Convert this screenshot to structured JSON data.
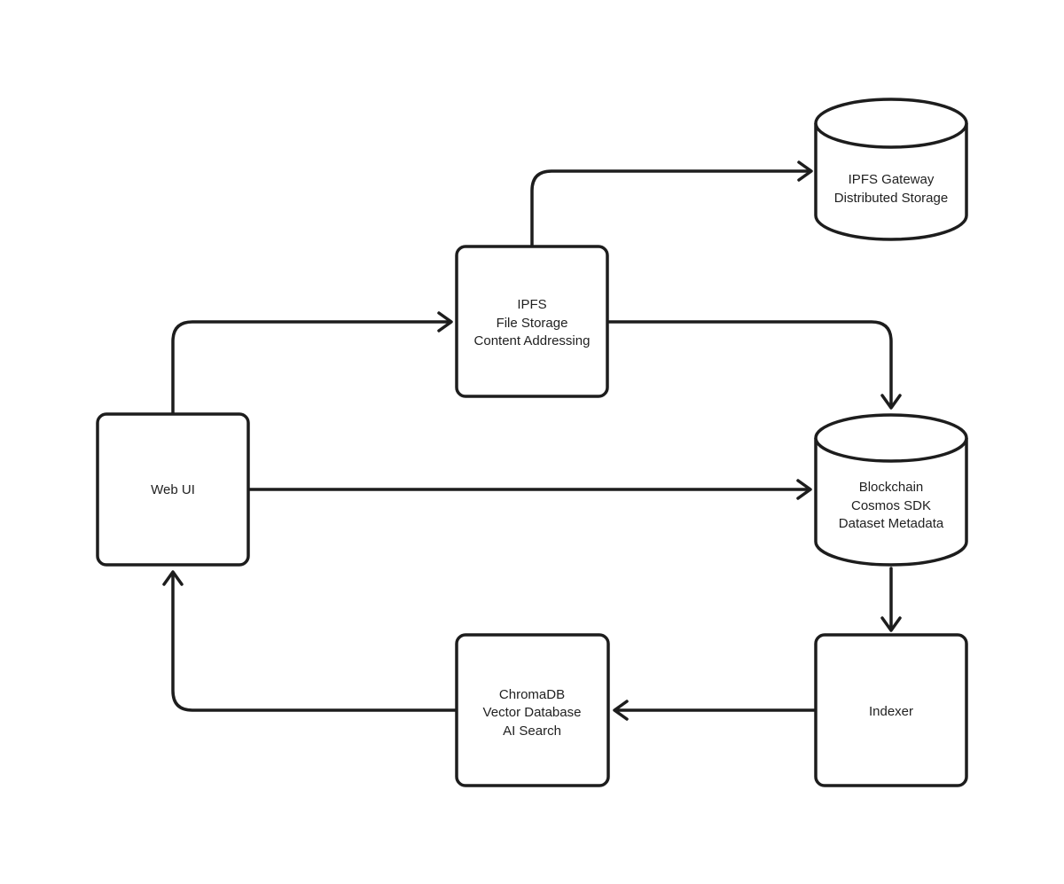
{
  "diagram": {
    "colors": {
      "background": "#ffffff",
      "line": "#1d1d1d",
      "text": "#212121",
      "node_fill": "#ffffff"
    },
    "nodes": {
      "web_ui": {
        "shape": "rectangle",
        "lines": [
          "Web UI"
        ]
      },
      "ipfs": {
        "shape": "rectangle",
        "lines": [
          "IPFS",
          "File Storage",
          "Content Addressing"
        ]
      },
      "ipfs_gateway": {
        "shape": "cylinder",
        "lines": [
          "IPFS Gateway",
          "Distributed Storage"
        ]
      },
      "blockchain": {
        "shape": "cylinder",
        "lines": [
          "Blockchain",
          "Cosmos SDK",
          "Dataset Metadata"
        ]
      },
      "indexer": {
        "shape": "rectangle",
        "lines": [
          "Indexer"
        ]
      },
      "chromadb": {
        "shape": "rectangle",
        "lines": [
          "ChromaDB",
          "Vector Database",
          "AI Search"
        ]
      }
    },
    "edges": [
      {
        "from": "web_ui",
        "to": "ipfs",
        "route": "up-then-right"
      },
      {
        "from": "ipfs",
        "to": "ipfs_gateway",
        "route": "up-then-right"
      },
      {
        "from": "ipfs",
        "to": "blockchain",
        "route": "right-then-down"
      },
      {
        "from": "web_ui",
        "to": "blockchain",
        "route": "straight-right"
      },
      {
        "from": "blockchain",
        "to": "indexer",
        "route": "straight-down"
      },
      {
        "from": "indexer",
        "to": "chromadb",
        "route": "straight-left"
      },
      {
        "from": "chromadb",
        "to": "web_ui",
        "route": "left-then-up"
      }
    ]
  }
}
